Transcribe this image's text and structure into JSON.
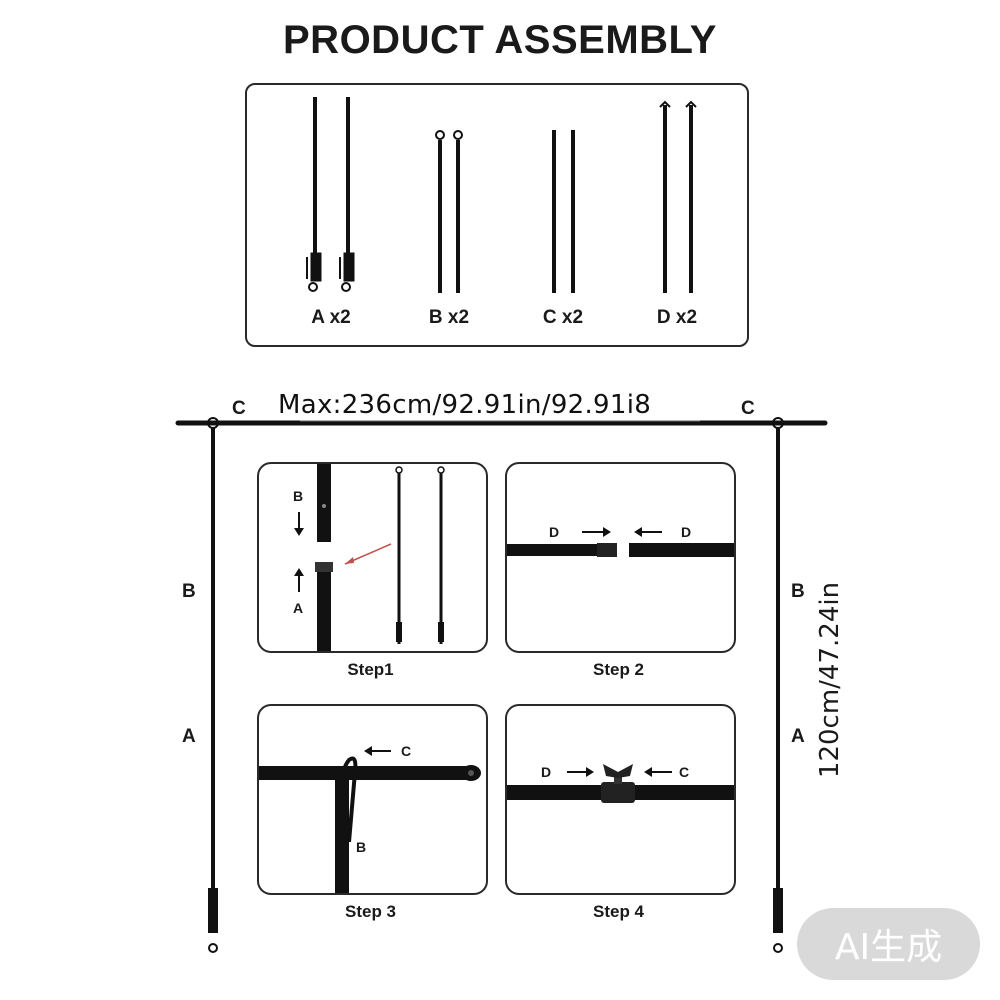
{
  "title": "PRODUCT ASSEMBLY",
  "parts": [
    {
      "label": "A x2"
    },
    {
      "label": "B x2"
    },
    {
      "label": "C x2"
    },
    {
      "label": "D x2"
    }
  ],
  "dimensions": {
    "width_label": "Max:236cm/92.91in/92.91i8",
    "height_label": "120cm/47.24in"
  },
  "frame_labels": {
    "top_left": "C",
    "top_right": "C",
    "left_upper": "B",
    "left_lower": "A",
    "right_upper": "B",
    "right_lower": "A"
  },
  "steps": [
    {
      "caption": "Step1",
      "labels": {
        "top": "B",
        "bottom": "A"
      }
    },
    {
      "caption": "Step 2",
      "labels": {
        "left": "D",
        "right": "D"
      }
    },
    {
      "caption": "Step 3",
      "labels": {
        "arrow": "C",
        "pole": "B"
      }
    },
    {
      "caption": "Step 4",
      "labels": {
        "left": "D",
        "right": "C"
      }
    }
  ],
  "badge": "AI生成"
}
